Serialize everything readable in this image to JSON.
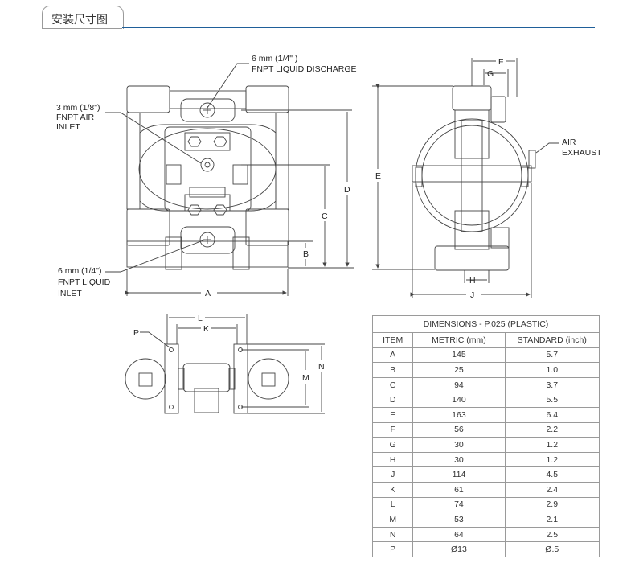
{
  "header": {
    "title": "安装尺寸图"
  },
  "callouts": {
    "discharge": [
      "6 mm (1/4\" )",
      "FNPT LIQUID DISCHARGE"
    ],
    "air_inlet": [
      "3 mm (1/8\")",
      "FNPT AIR",
      "INLET"
    ],
    "liquid_inlet": [
      "6 mm (1/4\")",
      "FNPT LIQUID",
      "INLET"
    ],
    "air_exhaust": [
      "AIR",
      "EXHAUST"
    ]
  },
  "dimension_letters": {
    "A": "A",
    "B": "B",
    "C": "C",
    "D": "D",
    "E": "E",
    "F": "F",
    "G": "G",
    "H": "H",
    "J": "J",
    "K": "K",
    "L": "L",
    "M": "M",
    "N": "N",
    "P": "P"
  },
  "table": {
    "title": "DIMENSIONS - P.025 (PLASTIC)",
    "headers": [
      "ITEM",
      "METRIC (mm)",
      "STANDARD (inch)"
    ],
    "rows": [
      [
        "A",
        "145",
        "5.7"
      ],
      [
        "B",
        "25",
        "1.0"
      ],
      [
        "C",
        "94",
        "3.7"
      ],
      [
        "D",
        "140",
        "5.5"
      ],
      [
        "E",
        "163",
        "6.4"
      ],
      [
        "F",
        "56",
        "2.2"
      ],
      [
        "G",
        "30",
        "1.2"
      ],
      [
        "H",
        "30",
        "1.2"
      ],
      [
        "J",
        "114",
        "4.5"
      ],
      [
        "K",
        "61",
        "2.4"
      ],
      [
        "L",
        "74",
        "2.9"
      ],
      [
        "M",
        "53",
        "2.1"
      ],
      [
        "N",
        "64",
        "2.5"
      ],
      [
        "P",
        "Ø13",
        "Ø.5"
      ]
    ]
  }
}
